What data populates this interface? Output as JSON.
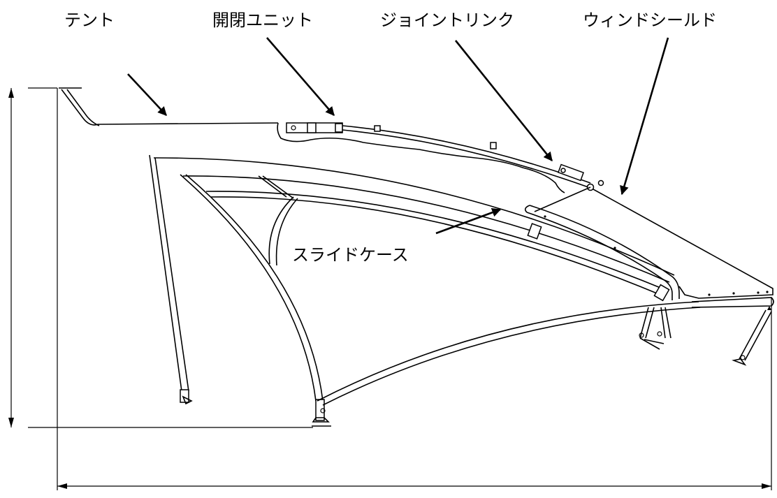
{
  "labels": {
    "tent": "テント",
    "opening_unit": "開閉ユニット",
    "joint_link": "ジョイントリンク",
    "windshield": "ウィンドシールド",
    "slide_case": "スライドケース"
  },
  "colors": {
    "line": "#000000",
    "background": "#ffffff"
  }
}
